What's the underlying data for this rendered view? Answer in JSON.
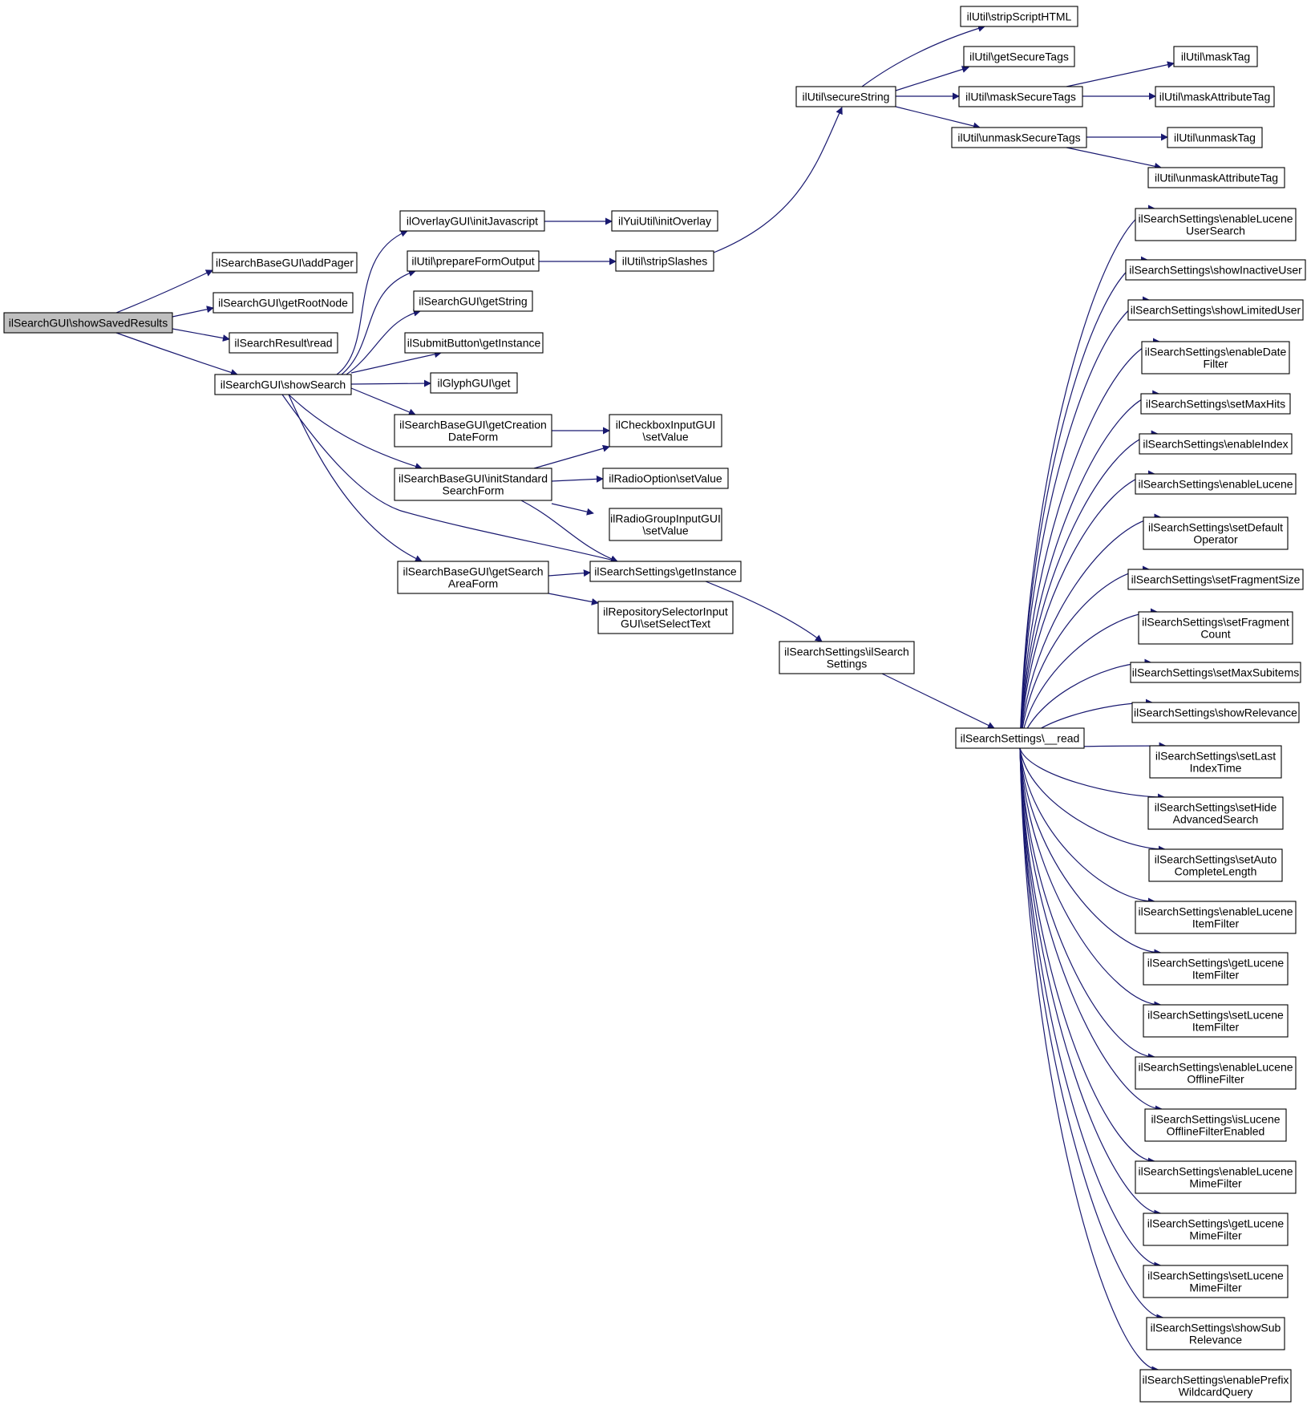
{
  "diagram": {
    "edge_color": "#191970",
    "root_fill": "#bfbfbf",
    "nodes": [
      {
        "id": "n_root",
        "lines": [
          "ilSearchGUI\\showSavedResults"
        ],
        "root": true
      },
      {
        "id": "n_addPager",
        "lines": [
          "ilSearchBaseGUI\\addPager"
        ]
      },
      {
        "id": "n_getRootNode",
        "lines": [
          "ilSearchGUI\\getRootNode"
        ]
      },
      {
        "id": "n_resultRead",
        "lines": [
          "ilSearchResult\\read"
        ]
      },
      {
        "id": "n_showSearch",
        "lines": [
          "ilSearchGUI\\showSearch"
        ]
      },
      {
        "id": "n_initJs",
        "lines": [
          "ilOverlayGUI\\initJavascript"
        ]
      },
      {
        "id": "n_prepForm",
        "lines": [
          "ilUtil\\prepareFormOutput"
        ]
      },
      {
        "id": "n_getString",
        "lines": [
          "ilSearchGUI\\getString"
        ]
      },
      {
        "id": "n_submitBtn",
        "lines": [
          "ilSubmitButton\\getInstance"
        ]
      },
      {
        "id": "n_glyph",
        "lines": [
          "ilGlyphGUI\\get"
        ]
      },
      {
        "id": "n_creationDate",
        "lines": [
          "ilSearchBaseGUI\\getCreation",
          "DateForm"
        ]
      },
      {
        "id": "n_initStd",
        "lines": [
          "ilSearchBaseGUI\\initStandard",
          "SearchForm"
        ]
      },
      {
        "id": "n_searchArea",
        "lines": [
          "ilSearchBaseGUI\\getSearch",
          "AreaForm"
        ]
      },
      {
        "id": "n_initOverlay",
        "lines": [
          "ilYuiUtil\\initOverlay"
        ]
      },
      {
        "id": "n_stripSlashes",
        "lines": [
          "ilUtil\\stripSlashes"
        ]
      },
      {
        "id": "n_checkbox",
        "lines": [
          "ilCheckboxInputGUI",
          "\\setValue"
        ]
      },
      {
        "id": "n_radioOpt",
        "lines": [
          "ilRadioOption\\setValue"
        ]
      },
      {
        "id": "n_radioGroup",
        "lines": [
          "ilRadioGroupInputGUI",
          "\\setValue"
        ]
      },
      {
        "id": "n_settingsInst",
        "lines": [
          "ilSearchSettings\\getInstance"
        ]
      },
      {
        "id": "n_repoSel",
        "lines": [
          "ilRepositorySelectorInput",
          "GUI\\setSelectText"
        ]
      },
      {
        "id": "n_secureString",
        "lines": [
          "ilUtil\\secureString"
        ]
      },
      {
        "id": "n_stripScript",
        "lines": [
          "ilUtil\\stripScriptHTML"
        ]
      },
      {
        "id": "n_getSecureTags",
        "lines": [
          "ilUtil\\getSecureTags"
        ]
      },
      {
        "id": "n_maskSecure",
        "lines": [
          "ilUtil\\maskSecureTags"
        ]
      },
      {
        "id": "n_unmaskSecure",
        "lines": [
          "ilUtil\\unmaskSecureTags"
        ]
      },
      {
        "id": "n_maskTag",
        "lines": [
          "ilUtil\\maskTag"
        ]
      },
      {
        "id": "n_maskAttr",
        "lines": [
          "ilUtil\\maskAttributeTag"
        ]
      },
      {
        "id": "n_unmaskTag",
        "lines": [
          "ilUtil\\unmaskTag"
        ]
      },
      {
        "id": "n_unmaskAttr",
        "lines": [
          "ilUtil\\unmaskAttributeTag"
        ]
      },
      {
        "id": "n_ctor",
        "lines": [
          "ilSearchSettings\\ilSearch",
          "Settings"
        ]
      },
      {
        "id": "n_read",
        "lines": [
          "ilSearchSettings\\__read"
        ]
      },
      {
        "id": "r1",
        "lines": [
          "ilSearchSettings\\enableLucene",
          "UserSearch"
        ]
      },
      {
        "id": "r2",
        "lines": [
          "ilSearchSettings\\showInactiveUser"
        ]
      },
      {
        "id": "r3",
        "lines": [
          "ilSearchSettings\\showLimitedUser"
        ]
      },
      {
        "id": "r4",
        "lines": [
          "ilSearchSettings\\enableDate",
          "Filter"
        ]
      },
      {
        "id": "r5",
        "lines": [
          "ilSearchSettings\\setMaxHits"
        ]
      },
      {
        "id": "r6",
        "lines": [
          "ilSearchSettings\\enableIndex"
        ]
      },
      {
        "id": "r7",
        "lines": [
          "ilSearchSettings\\enableLucene"
        ]
      },
      {
        "id": "r8",
        "lines": [
          "ilSearchSettings\\setDefault",
          "Operator"
        ]
      },
      {
        "id": "r9",
        "lines": [
          "ilSearchSettings\\setFragmentSize"
        ]
      },
      {
        "id": "r10",
        "lines": [
          "ilSearchSettings\\setFragment",
          "Count"
        ]
      },
      {
        "id": "r11",
        "lines": [
          "ilSearchSettings\\setMaxSubitems"
        ]
      },
      {
        "id": "r12",
        "lines": [
          "ilSearchSettings\\showRelevance"
        ]
      },
      {
        "id": "r13",
        "lines": [
          "ilSearchSettings\\setLast",
          "IndexTime"
        ]
      },
      {
        "id": "r14",
        "lines": [
          "ilSearchSettings\\setHide",
          "AdvancedSearch"
        ]
      },
      {
        "id": "r15",
        "lines": [
          "ilSearchSettings\\setAuto",
          "CompleteLength"
        ]
      },
      {
        "id": "r16",
        "lines": [
          "ilSearchSettings\\enableLucene",
          "ItemFilter"
        ]
      },
      {
        "id": "r17",
        "lines": [
          "ilSearchSettings\\getLucene",
          "ItemFilter"
        ]
      },
      {
        "id": "r18",
        "lines": [
          "ilSearchSettings\\setLucene",
          "ItemFilter"
        ]
      },
      {
        "id": "r19",
        "lines": [
          "ilSearchSettings\\enableLucene",
          "OfflineFilter"
        ]
      },
      {
        "id": "r20",
        "lines": [
          "ilSearchSettings\\isLucene",
          "OfflineFilterEnabled"
        ]
      },
      {
        "id": "r21",
        "lines": [
          "ilSearchSettings\\enableLucene",
          "MimeFilter"
        ]
      },
      {
        "id": "r22",
        "lines": [
          "ilSearchSettings\\getLucene",
          "MimeFilter"
        ]
      },
      {
        "id": "r23",
        "lines": [
          "ilSearchSettings\\setLucene",
          "MimeFilter"
        ]
      },
      {
        "id": "r24",
        "lines": [
          "ilSearchSettings\\showSub",
          "Relevance"
        ]
      },
      {
        "id": "r25",
        "lines": [
          "ilSearchSettings\\enablePrefix",
          "WildcardQuery"
        ]
      }
    ]
  }
}
